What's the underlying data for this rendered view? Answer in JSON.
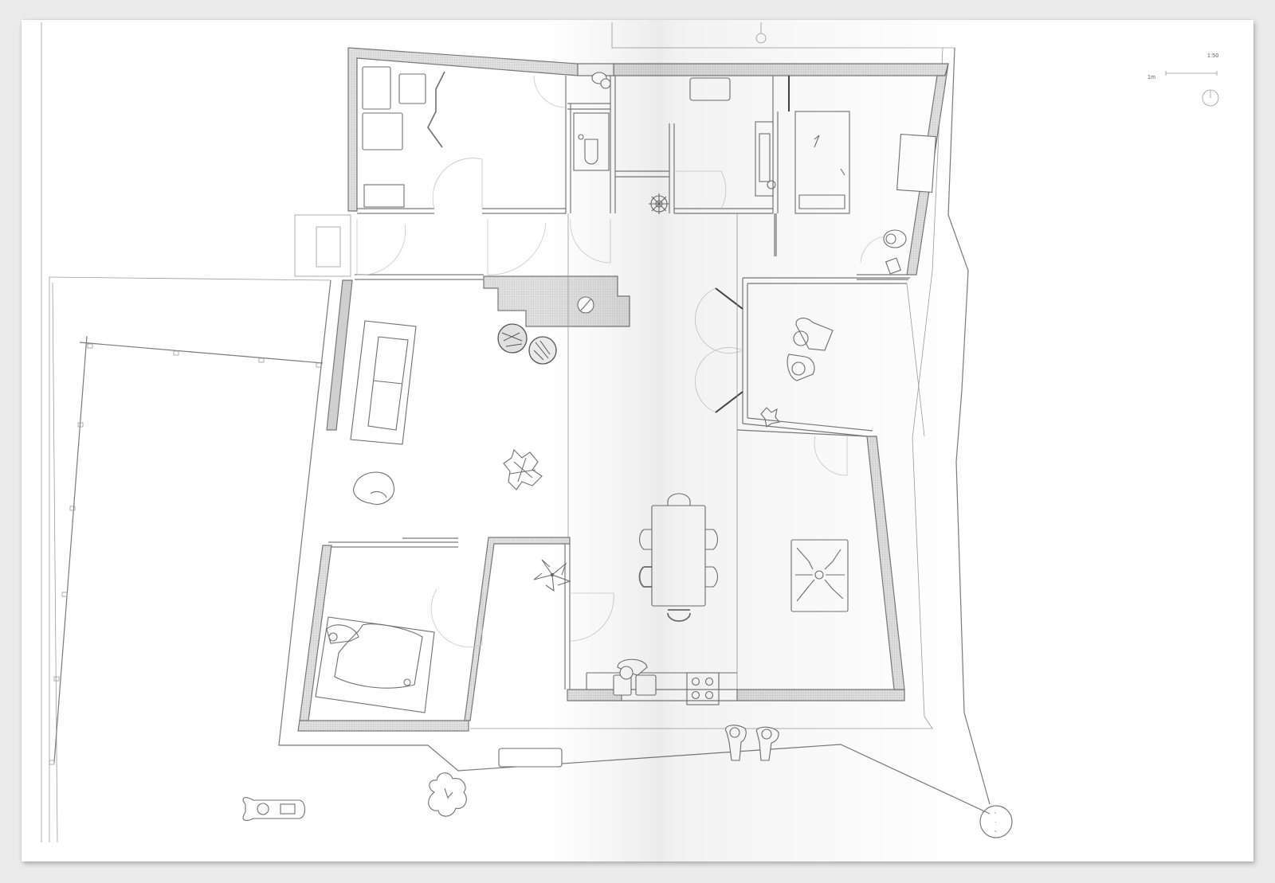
{
  "drawing": {
    "type": "architectural floor plan",
    "scale_ratio": "1:50",
    "scale_bar_label": "1m",
    "north_arrow": "north-arrow-icon"
  },
  "rooms": [
    {
      "id": "storage-room",
      "furniture": [
        "boxes",
        "folding-screen",
        "bench"
      ]
    },
    {
      "id": "wc-1",
      "furniture": [
        "toilet",
        "washbasin"
      ]
    },
    {
      "id": "wc-2",
      "furniture": [
        "toilet"
      ]
    },
    {
      "id": "bathroom",
      "furniture": [
        "bathtub",
        "shower-wheel",
        "cabinet"
      ]
    },
    {
      "id": "bedroom-north",
      "furniture": [
        "single-bed",
        "desk",
        "chair-with-person"
      ]
    },
    {
      "id": "living-room",
      "furniture": [
        "sofa",
        "beanbag",
        "plant",
        "fireplace",
        "log-baskets"
      ]
    },
    {
      "id": "reading-room",
      "furniture": [
        "armchairs-with-people",
        "plant"
      ]
    },
    {
      "id": "corridor-dining",
      "furniture": [
        "dining-table",
        "six-chairs"
      ]
    },
    {
      "id": "kitchen",
      "furniture": [
        "sink",
        "cooktop",
        "person-cooking"
      ]
    },
    {
      "id": "bedroom-south",
      "furniture": [
        "double-bed-with-people"
      ]
    },
    {
      "id": "patio",
      "furniture": [
        "potted-plant"
      ]
    },
    {
      "id": "playroom",
      "furniture": [
        "rug"
      ]
    }
  ],
  "exterior": {
    "items": [
      "ride-on-mower",
      "tree",
      "two-people-at-entrance",
      "round-post",
      "bench",
      "garden-fence"
    ]
  }
}
